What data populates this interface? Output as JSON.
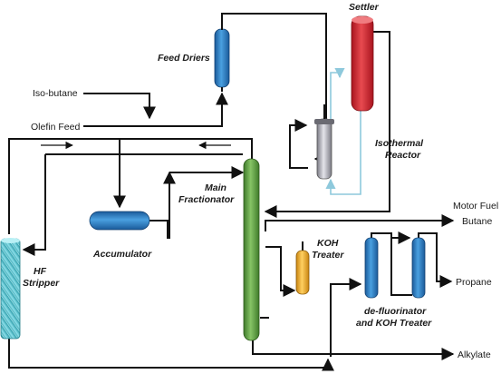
{
  "labels": {
    "settler": "Settler",
    "feed_driers": "Feed Driers",
    "isobutane": "Iso-butane",
    "olefin_feed": "Olefin Feed",
    "isothermal_reactor_1": "Isothermal",
    "isothermal_reactor_2": "Reactor",
    "main_fractionator_1": "Main",
    "main_fractionator_2": "Fractionator",
    "accumulator": "Accumulator",
    "hf_stripper_1": "HF",
    "hf_stripper_2": "Stripper",
    "koh_treater_1": "KOH",
    "koh_treater_2": "Treater",
    "motor_fuel_butane_1": "Motor Fuel",
    "motor_fuel_butane_2": "Butane",
    "propane": "Propane",
    "defluorinator_1": "de-fluorinator",
    "defluorinator_2": "and KOH Treater",
    "alkylate": "Alkylate"
  },
  "colors": {
    "settler": "#d9323c",
    "feed_drier": "#2f7fc4",
    "fractionator": "#6aa84f",
    "stripper": "#5ec4cf",
    "reactor": "#b8b8c0",
    "koh_treater": "#f0b030",
    "line": "#111111",
    "recycle_line": "#8ec9dc"
  }
}
